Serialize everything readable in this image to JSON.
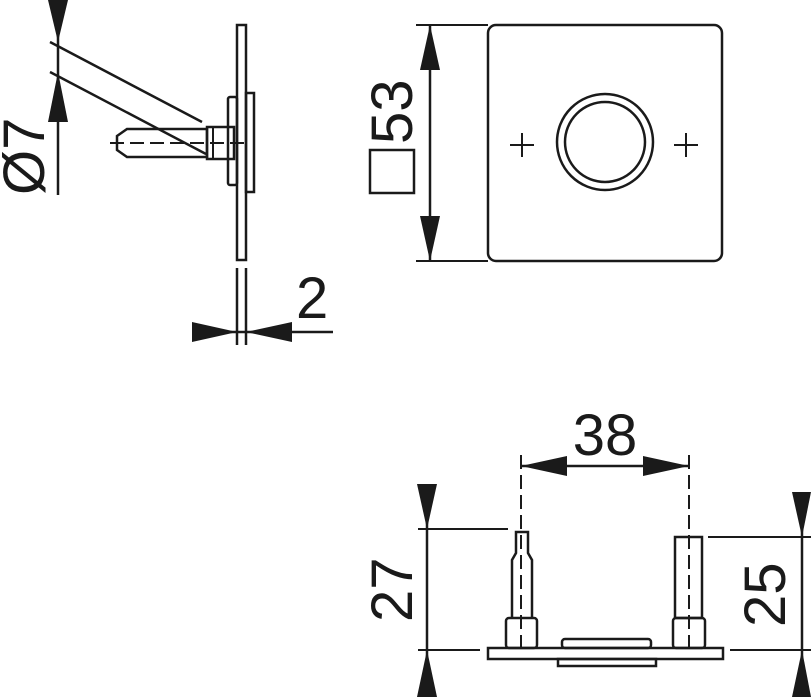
{
  "drawing": {
    "side_view": {
      "pin_diameter_label": "Ø7",
      "plate_thickness_label": "2"
    },
    "front_view": {
      "square_size_label": "53",
      "square_symbol": "square-symbol"
    },
    "bottom_view": {
      "pin_spacing_label": "38",
      "left_pin_height_label": "27",
      "right_pin_height_label": "25"
    },
    "colors": {
      "line": "#1a1a1a",
      "background": "#ffffff"
    }
  }
}
